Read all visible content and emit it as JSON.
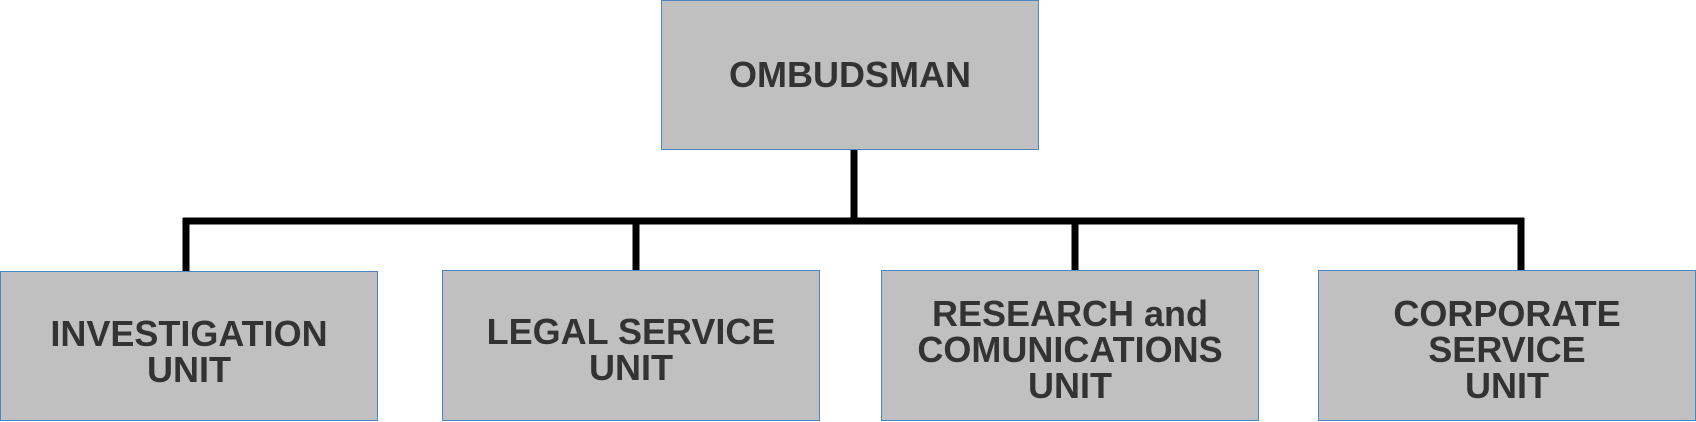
{
  "org_chart": {
    "root": {
      "label": "OMBUDSMAN"
    },
    "units": [
      {
        "label": "INVESTIGATION\nUNIT"
      },
      {
        "label": "LEGAL SERVICE\nUNIT"
      },
      {
        "label": "RESEARCH and\nCOMUNICATIONS\nUNIT"
      },
      {
        "label": "CORPORATE\nSERVICE\nUNIT"
      }
    ]
  },
  "colors": {
    "box_fill": "#c0c0c0",
    "box_border": "#4a86c5",
    "text": "#333333",
    "connector": "#000000"
  }
}
